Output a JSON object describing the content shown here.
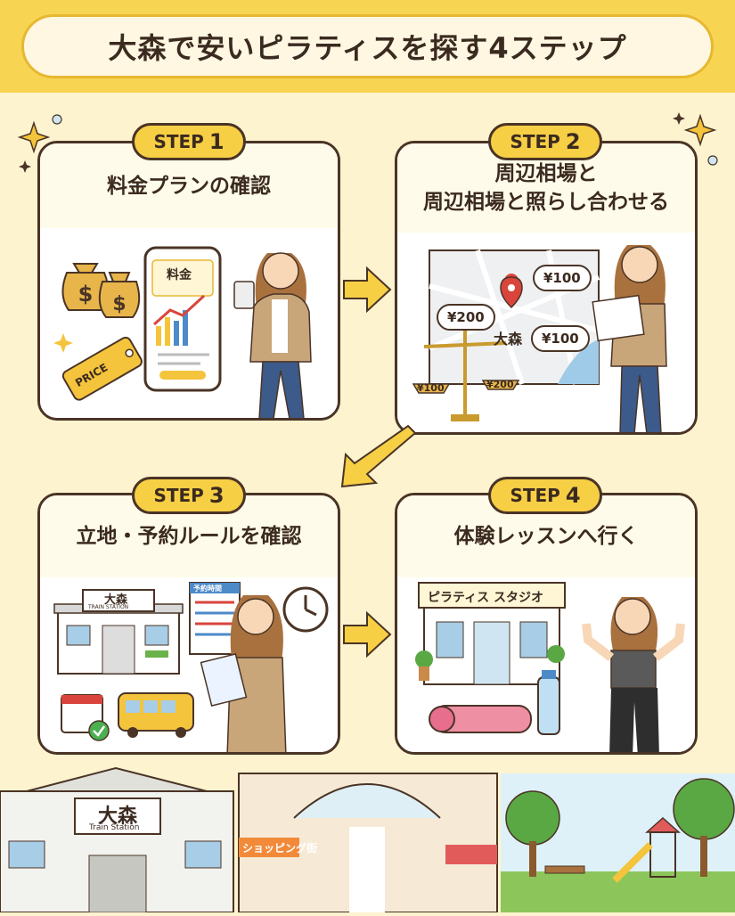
{
  "title": "大森で安いピラティスを探す4ステップ",
  "steps": [
    {
      "badge": "STEP",
      "number": "1",
      "title": "料金プランの確認",
      "phone_label": "料金",
      "tag_label": "PRICE"
    },
    {
      "badge": "STEP",
      "number": "2",
      "title_line1": "周辺相場と",
      "title_line2": "周辺相場と照らし合わせる",
      "map_label": "大森",
      "price_a": "¥100",
      "price_b": "¥200",
      "price_c": "¥100",
      "scale_left": "¥100",
      "scale_right": "¥200"
    },
    {
      "badge": "STEP",
      "number": "3",
      "title": "立地・予約ルールを確認",
      "station_label": "大森",
      "station_sub": "TRAIN STATION",
      "schedule_label": "予約時間"
    },
    {
      "badge": "STEP",
      "number": "4",
      "title": "体験レッスンへ行く",
      "studio_sign": "ピラティス スタジオ"
    }
  ],
  "bottom": {
    "station_label": "大森",
    "station_sub": "Train Station",
    "shopping_sign": "ショッピング街"
  },
  "colors": {
    "accent": "#f7cf45",
    "outline": "#4a3426",
    "background": "#fdf3cf"
  }
}
